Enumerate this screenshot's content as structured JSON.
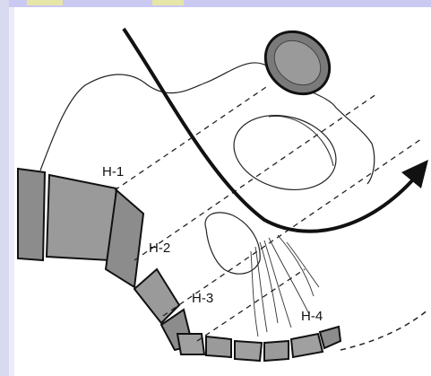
{
  "diagram": {
    "labels": {
      "h1": "H-1",
      "h2": "H-2",
      "h3": "H-3",
      "h4": "H-4"
    },
    "colors": {
      "line": "#111111",
      "frame_top": "#c9c9f2",
      "frame_left": "#d9d9f0",
      "bone_fill": "#8c8c8c"
    }
  }
}
